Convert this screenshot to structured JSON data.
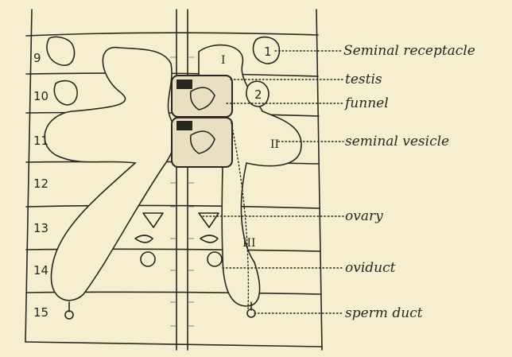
{
  "labels": {
    "seminal_receptacle": "Seminal receptacle",
    "testis": "testis",
    "funnel": "funnel",
    "seminal_vesicle": "seminal vesicle",
    "ovary": "ovary",
    "oviduct": "oviduct",
    "sperm_duct": "sperm duct"
  },
  "segments": [
    "9",
    "10",
    "11",
    "12",
    "13",
    "14",
    "15"
  ],
  "vesicle_numerals": [
    "I",
    "II",
    "III"
  ],
  "receptacle_numbers": [
    "1",
    "2"
  ]
}
